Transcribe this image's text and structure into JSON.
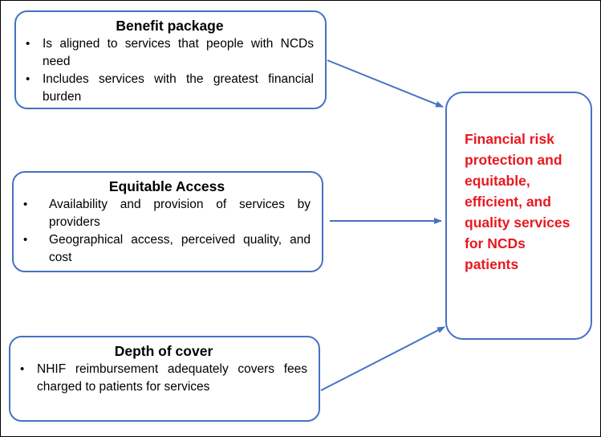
{
  "benefit_package": {
    "title": "Benefit package",
    "items": [
      "Is aligned to services that people with NCDs need",
      "Includes services with the greatest financial burden"
    ]
  },
  "equitable_access": {
    "title": "Equitable Access",
    "items": [
      "Availability and provision of services by providers",
      "Geographical access, perceived quality, and cost"
    ]
  },
  "depth_of_cover": {
    "title": "Depth of cover",
    "items": [
      "NHIF reimbursement adequately covers fees charged to patients for services"
    ]
  },
  "outcome": {
    "text": "Financial risk protection and equitable, efficient, and quality services for NCDs patients"
  },
  "colors": {
    "box_border": "#4472c4",
    "arrow": "#4472c4",
    "outcome_text": "#e8181f"
  }
}
